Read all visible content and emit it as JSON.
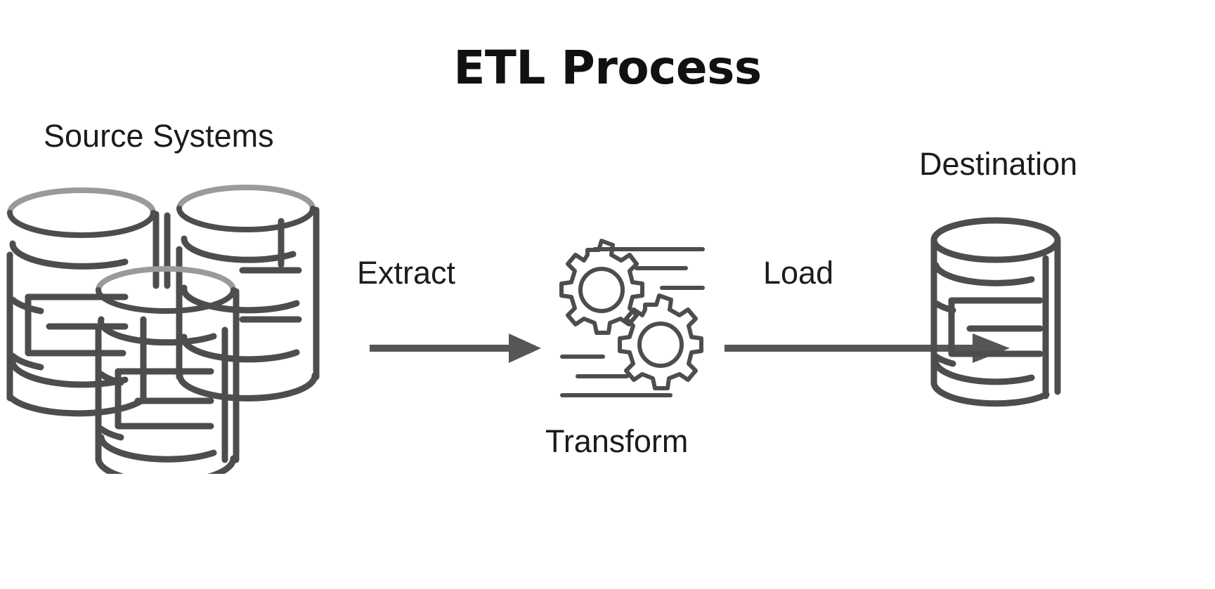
{
  "diagram": {
    "title": "ETL Process",
    "background_color": "#ffffff",
    "type": "process-flow",
    "stroke_color": "#4d4d4d",
    "highlight_color": "#9a9a9a",
    "title_color": "#111111",
    "label_color": "#1c1c1c"
  },
  "stages": {
    "source": {
      "label": "Source Systems",
      "icon": "database-stack-icon",
      "cylinder_count": 3
    },
    "transform": {
      "label": "Transform",
      "icon": "gears-icon",
      "gear_count": 2
    },
    "destination": {
      "label": "Destination",
      "icon": "database-icon",
      "cylinder_count": 1
    }
  },
  "arrows": [
    {
      "label": "Extract",
      "from": "source",
      "to": "transform",
      "direction": "right"
    },
    {
      "label": "Load",
      "from": "transform",
      "to": "destination",
      "direction": "right"
    }
  ],
  "chart_data": {
    "type": "diagram",
    "title": "ETL Process",
    "nodes": [
      {
        "id": "source",
        "label": "Source Systems",
        "icon": "database-stack"
      },
      {
        "id": "transform",
        "label": "Transform",
        "icon": "gears"
      },
      {
        "id": "destination",
        "label": "Destination",
        "icon": "database"
      }
    ],
    "edges": [
      {
        "from": "source",
        "to": "transform",
        "label": "Extract"
      },
      {
        "from": "transform",
        "to": "destination",
        "label": "Load"
      }
    ]
  }
}
